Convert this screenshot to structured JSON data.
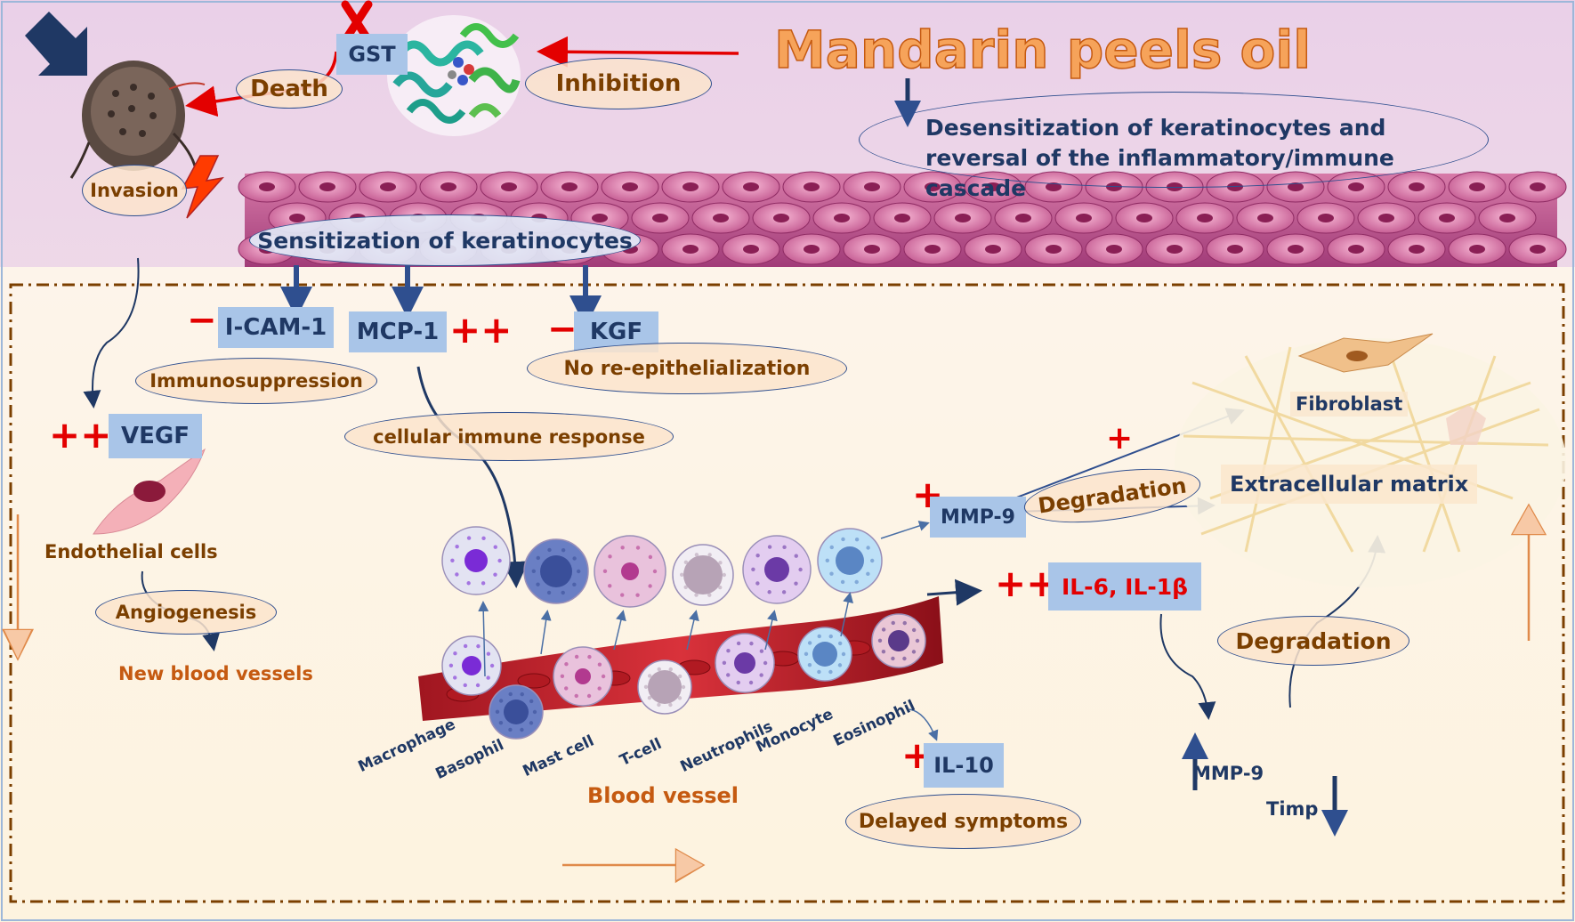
{
  "top": {
    "source": "Mandarin peels oil",
    "gst": "GST",
    "inhibition": "Inhibition",
    "death": "Death",
    "invasion": "Invasion",
    "desensitization": "Desensitization of keratinocytes and reversal of the inflammatory/immune cascade",
    "sensitization": "Sensitization of keratinocytes"
  },
  "mediators": {
    "icam": "I-CAM-1",
    "mcp": "MCP-1",
    "kgf": "KGF",
    "vegf": "VEGF",
    "mmp9": "MMP-9",
    "il6": "IL-6, IL-1β",
    "il10": "IL-10"
  },
  "signs": {
    "plus": "+",
    "double_plus": "++",
    "minus": "−"
  },
  "effects": {
    "immunosuppression": "Immunosuppression",
    "no_reepi": "No re-epithelialization",
    "cellular_immune": "cellular immune response",
    "endothelial": "Endothelial cells",
    "angiogenesis": "Angiogenesis",
    "new_vessels": "New blood vessels",
    "degradation": "Degradation",
    "fibroblast": "Fibroblast",
    "ecm": "Extracellular matrix",
    "delayed": "Delayed symptoms",
    "mmp9_up": "MMP-9",
    "timp": "Timp",
    "blood_vessel": "Blood vessel"
  },
  "cells": [
    "Macrophage",
    "Basophil",
    "Mast cell",
    "T-cell",
    "Neutrophils",
    "Monocyte",
    "Eosinophil"
  ],
  "colors": {
    "navy": "#1f3864",
    "box": "#a9c5e8",
    "red": "#e30000",
    "orange_title": "#f4a460",
    "brown": "#7b3f00",
    "dash_border": "#7b3f00"
  }
}
